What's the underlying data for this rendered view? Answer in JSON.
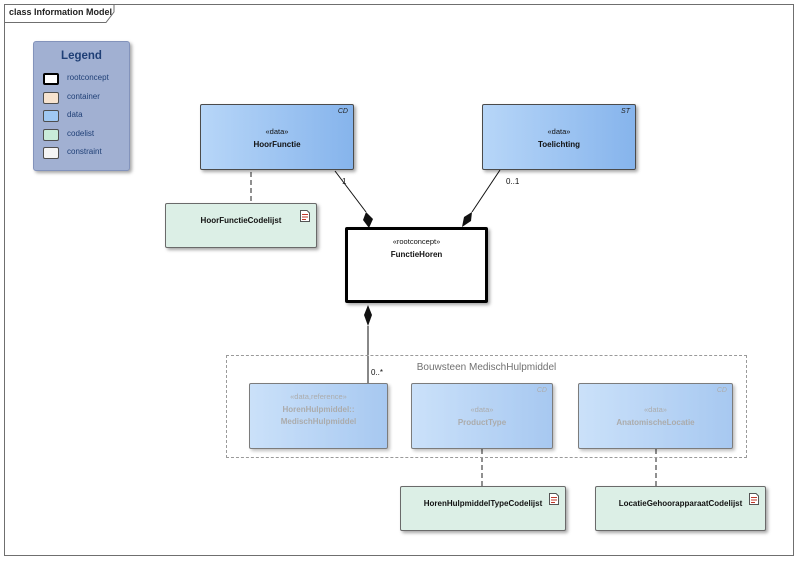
{
  "frame": {
    "title": "class Information Model"
  },
  "legend": {
    "title": "Legend",
    "items": [
      {
        "label": "rootconcept",
        "color": "#ffffff",
        "border": "#000000"
      },
      {
        "label": "container",
        "color": "#f7e3cf",
        "border": "#4e4e4e"
      },
      {
        "label": "data",
        "color": "#9fc8f2",
        "border": "#4e4e4e"
      },
      {
        "label": "codelist",
        "color": "#c9ebd9",
        "border": "#4e4e4e"
      },
      {
        "label": "constraint",
        "color": "#f5f5f5",
        "border": "#4e4e4e"
      }
    ]
  },
  "classes": {
    "hoorfunctie": {
      "stereotype": "«data»",
      "name": "HoorFunctie",
      "tag": "CD"
    },
    "toelichting": {
      "stereotype": "«data»",
      "name": "Toelichting",
      "tag": "ST"
    },
    "functiehoren": {
      "stereotype": "«rootconcept»",
      "name": "FunctieHoren"
    },
    "horenhulpmiddel": {
      "stereotype": "«data,reference»",
      "name_line1": "HorenHulpmiddel::",
      "name_line2": "MedischHulpmiddel"
    },
    "producttype": {
      "stereotype": "«data»",
      "name": "ProductType",
      "tag": "CD"
    },
    "anatomischelocatie": {
      "stereotype": "«data»",
      "name": "AnatomischeLocatie",
      "tag": "CD"
    }
  },
  "codelists": {
    "hoorfunctie": {
      "name": "HoorFunctieCodelijst"
    },
    "horenhulpmiddeltype": {
      "name": "HorenHulpmiddelTypeCodelijst"
    },
    "locatiegehoorapparaat": {
      "name": "LocatieGehoorapparaatCodelijst"
    }
  },
  "boundary": {
    "title": "Bouwsteen MedischHulpmiddel"
  },
  "multiplicities": {
    "hoorfunctie": "1",
    "toelichting": "0..1",
    "medischhulpmiddel": "0..*"
  }
}
